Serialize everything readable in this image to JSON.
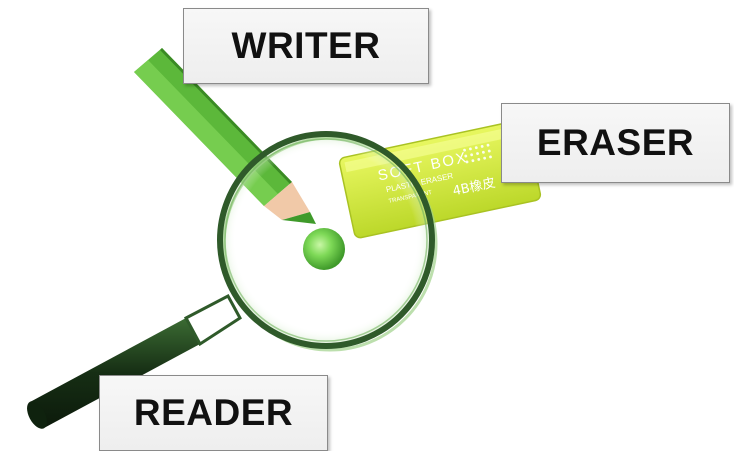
{
  "labels": {
    "writer": "WRITER",
    "eraser": "ERASER",
    "reader": "READER"
  },
  "eraser_print": {
    "brand": "SOFT BOX",
    "line2": "PLASTIC ERASER",
    "line3": "TRANSPARENT",
    "grade": "4B橡皮"
  },
  "colors": {
    "pencil_green": "#5cb83a",
    "eraser_lime": "#d4ec3c",
    "lens_ring": "#2f5a2a",
    "handle": "#1f3f1c",
    "dot": "#7ed957"
  },
  "icons": [
    "pencil-icon",
    "eraser-icon",
    "magnifying-glass-icon"
  ]
}
